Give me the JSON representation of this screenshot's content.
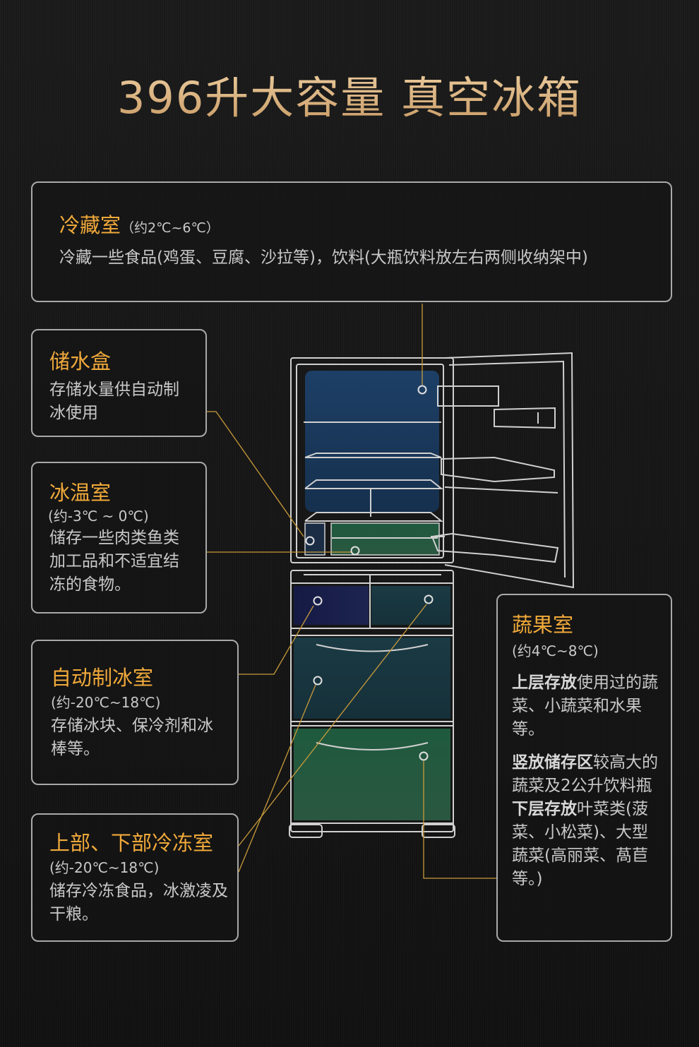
{
  "title": "396升大容量 真空冰箱",
  "colors": {
    "accent": "#f0a93a",
    "title_gold": "#d9b27d",
    "line_gold": "#c89a3a",
    "outline": "#d0d0d0"
  },
  "fridge_section": {
    "name": "冷藏室",
    "range": "（约2℃~6℃）",
    "desc": "冷藏一些食品(鸡蛋、豆腐、沙拉等)，饮料(大瓶饮料放左右两侧收纳架中)"
  },
  "water_box": {
    "name": "储水盒",
    "desc": "存储水量供自动制冰使用"
  },
  "chill_section": {
    "name": "冰温室",
    "range": "(约-3℃ ~ 0℃)",
    "desc": "储存一些肉类鱼类加工品和不适宜结冻的食物。"
  },
  "ice_section": {
    "name": "自动制冰室",
    "range": "(约-20℃~18℃)",
    "desc": "存储冰块、保冷剂和冰棒等。"
  },
  "freezer_section": {
    "name": "上部、下部冷冻室",
    "range": "(约-20℃~18℃)",
    "desc": "储存冷冻食品，冰激凌及干粮。"
  },
  "veg_section": {
    "name": "蔬果室",
    "range": "(约4℃~8℃)",
    "upper_label": "上层存放",
    "upper_desc": "使用过的蔬菜、小蔬菜和水果等。",
    "vertical_label": "竖放储存区",
    "vertical_desc": "较高大的蔬菜及2公升饮料瓶",
    "lower_label": "下层存放",
    "lower_desc": "叶菜类(菠菜、小松菜)、大型蔬菜(高丽菜、萵苣等。)"
  }
}
